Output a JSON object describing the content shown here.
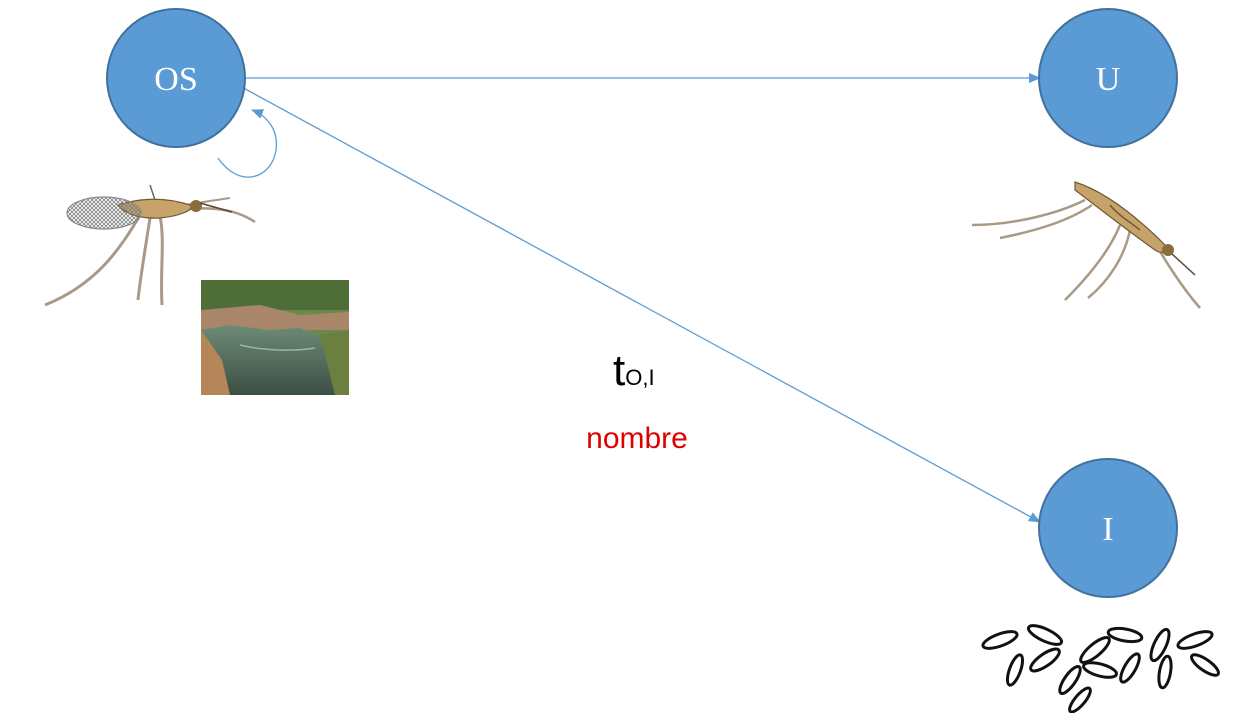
{
  "nodes": {
    "os": {
      "label": "OS"
    },
    "u": {
      "label": "U"
    },
    "i": {
      "label": "I"
    }
  },
  "edge_label": {
    "main": "t",
    "subscript": "O,I",
    "note": "nombre"
  },
  "colors": {
    "node_fill": "#5b9bd5",
    "node_stroke": "#41719c",
    "edge": "#5b9bd5",
    "note": "#e00000"
  },
  "illustrations": [
    "mosquito-with-net-icon",
    "river-photo",
    "mosquito-icon",
    "mosquito-eggs-icon"
  ]
}
